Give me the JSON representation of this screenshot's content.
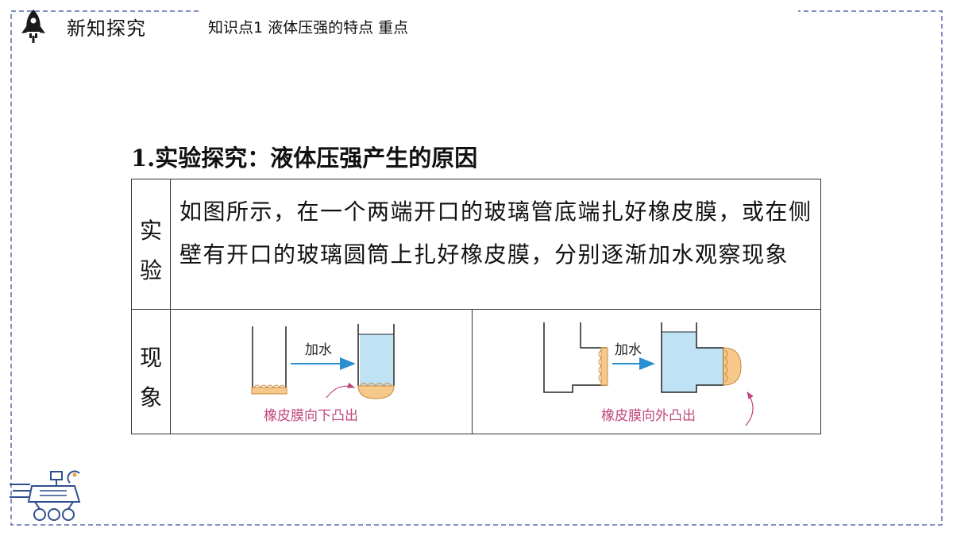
{
  "header": {
    "title": "新知探究",
    "topic": "知识点1  液体压强的特点  重点"
  },
  "section": {
    "title": "1.实验探究：液体压强产生的原因"
  },
  "table": {
    "row1_label": [
      "实",
      "验"
    ],
    "row1_text": "如图所示，在一个两端开口的玻璃管底端扎好橡皮膜，或在侧壁有开口的玻璃圆筒上扎好橡皮膜，分别逐渐加水观察现象",
    "row2_label": [
      "现",
      "象"
    ],
    "diagram_left": {
      "arrow_label": "加水",
      "caption": "橡皮膜向下凸出"
    },
    "diagram_right": {
      "arrow_label": "加水",
      "caption": "橡皮膜向外凸出"
    }
  },
  "colors": {
    "frame_dash": "#5a6fa8",
    "water": "#bfe3f5",
    "membrane": "#f6c98a",
    "arrow": "#2a8fd0",
    "caption": "#c0457a"
  }
}
